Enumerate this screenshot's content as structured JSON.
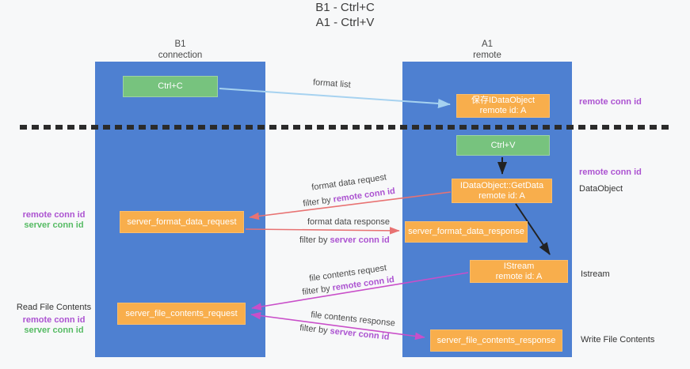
{
  "title": {
    "line1": "B1 - Ctrl+C",
    "line2": "A1 - Ctrl+V"
  },
  "columns": {
    "left": {
      "name": "B1",
      "subtitle": "connection"
    },
    "right": {
      "name": "A1",
      "subtitle": "remote"
    }
  },
  "nodes": {
    "ctrl_c": "Ctrl+C",
    "ctrl_v": "Ctrl+V",
    "save_idataobject": {
      "line1": "保存IDataObject",
      "line2": "remote id: A"
    },
    "getdata": {
      "line1": "IDataObject::GetData",
      "line2": "remote id: A"
    },
    "istream": {
      "line1": "IStream",
      "line2": "remote id: A"
    },
    "server_format_data_request": "server_format_data_request",
    "server_format_data_response": "server_format_data_response",
    "server_file_contents_request": "server_file_contents_request",
    "server_file_contents_response": "server_file_contents_response"
  },
  "side_labels": {
    "remote_conn_id_top": "remote conn id",
    "remote_conn_id_mid": "remote conn id",
    "dataobject": "DataObject",
    "istream": "Istream",
    "write_file_contents": "Write File Contents",
    "read_file_contents": "Read File Contents",
    "left_remote_conn_id_1": "remote conn id",
    "left_server_conn_id_1": "server conn id",
    "left_remote_conn_id_2": "remote conn id",
    "left_server_conn_id_2": "server conn id"
  },
  "edge_labels": {
    "format_list": "format list",
    "format_data_request": "format data request",
    "format_data_response": "format data response",
    "file_contents_request": "file contents request",
    "file_contents_response": "file contents response",
    "filter_by": "filter by ",
    "remote_conn_id": "remote conn id",
    "server_conn_id": "server conn id"
  },
  "colors": {
    "lane_blue": "#4e80d1",
    "box_green": "#77c37e",
    "box_orange": "#f8ae4c",
    "arrow_light_blue": "#a6d2f0",
    "arrow_red": "#e87272",
    "arrow_magenta": "#c94fc9",
    "arrow_black": "#222222",
    "text_purple": "#ac53d1",
    "text_green": "#56bb64",
    "background": "#f7f8f9"
  }
}
